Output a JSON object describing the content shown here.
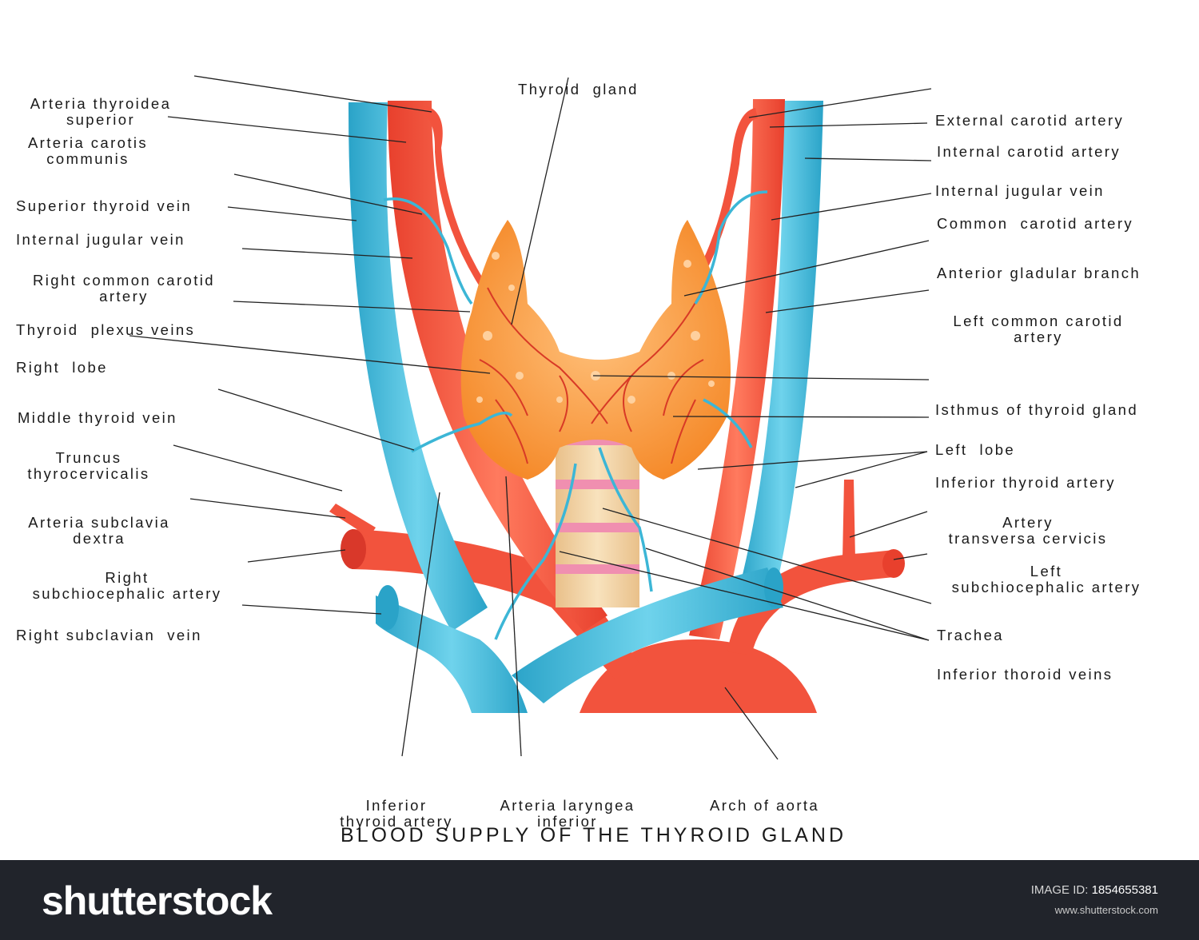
{
  "diagram": {
    "title": "BLOOD SUPPLY OF THE THYROID GLAND",
    "labels_left": [
      {
        "id": "arteria-thyroidea-superior",
        "lines": [
          "Arteria thyroidea",
          "superior"
        ]
      },
      {
        "id": "arteria-carotis-communis",
        "lines": [
          "Arteria carotis",
          "communis"
        ]
      },
      {
        "id": "superior-thyroid-vein",
        "lines": [
          "Superior thyroid vein"
        ]
      },
      {
        "id": "internal-jugular-vein-right",
        "lines": [
          "Internal jugular vein"
        ]
      },
      {
        "id": "right-common-carotid-artery",
        "lines": [
          "Right common carotid",
          "artery"
        ]
      },
      {
        "id": "thyroid-plexus-veins",
        "lines": [
          "Thyroid  plexus veins"
        ]
      },
      {
        "id": "right-lobe",
        "lines": [
          "Right  lobe"
        ]
      },
      {
        "id": "middle-thyroid-vein",
        "lines": [
          "Middle thyroid vein"
        ]
      },
      {
        "id": "truncus-thyrocervicalis",
        "lines": [
          "Truncus",
          "thyrocervicalis"
        ]
      },
      {
        "id": "arteria-subclavia-dextra",
        "lines": [
          "Arteria subclavia",
          "dextra"
        ]
      },
      {
        "id": "right-subchiocephalic-artery",
        "lines": [
          "Right",
          "subchiocephalic artery"
        ]
      },
      {
        "id": "right-subclavian-vein",
        "lines": [
          "Right subclavian  vein"
        ]
      }
    ],
    "labels_right": [
      {
        "id": "external-carotid-artery",
        "lines": [
          "External carotid artery"
        ]
      },
      {
        "id": "internal-carotid-artery",
        "lines": [
          "Internal carotid artery"
        ]
      },
      {
        "id": "internal-jugular-vein-left",
        "lines": [
          "Internal jugular vein"
        ]
      },
      {
        "id": "common-carotid-artery",
        "lines": [
          "Common  carotid artery"
        ]
      },
      {
        "id": "anterior-gladular-branch",
        "lines": [
          "Anterior gladular branch"
        ]
      },
      {
        "id": "left-common-carotid-artery",
        "lines": [
          "Left common carotid",
          "artery"
        ]
      },
      {
        "id": "isthmus-of-thyroid-gland",
        "lines": [
          "Isthmus of thyroid gland"
        ]
      },
      {
        "id": "left-lobe",
        "lines": [
          "Left  lobe"
        ]
      },
      {
        "id": "inferior-thyroid-artery-right",
        "lines": [
          "Inferior thyroid artery"
        ]
      },
      {
        "id": "artery-transversa-cervicis",
        "lines": [
          "Artery",
          "transversa cervicis"
        ]
      },
      {
        "id": "left-subchiocephalic-artery",
        "lines": [
          "Left",
          "subchiocephalic artery"
        ]
      },
      {
        "id": "trachea",
        "lines": [
          "Trachea"
        ]
      },
      {
        "id": "inferior-thoroid-veins",
        "lines": [
          "Inferior thoroid veins"
        ]
      }
    ],
    "labels_top": [
      {
        "id": "thyroid-gland",
        "lines": [
          "Thyroid  gland"
        ]
      }
    ],
    "labels_bottom": [
      {
        "id": "inferior-thyroid-artery-bottom",
        "lines": [
          "Inferior",
          "thyroid artery"
        ]
      },
      {
        "id": "arteria-laryngea-inferior",
        "lines": [
          "Arteria laryngea",
          "inferior"
        ]
      },
      {
        "id": "arch-of-aorta",
        "lines": [
          "Arch of aorta"
        ]
      }
    ],
    "colors": {
      "artery": "#f2533d",
      "vein": "#3cb6d6",
      "thyroid": "#f7963a",
      "trachea": "#f3d5a8",
      "trachea_ring": "#f08fb0"
    }
  },
  "footer": {
    "brand": "shutterstock",
    "image_id_label": "IMAGE ID:",
    "image_id": "1854655381",
    "site": "www.shutterstock.com"
  }
}
